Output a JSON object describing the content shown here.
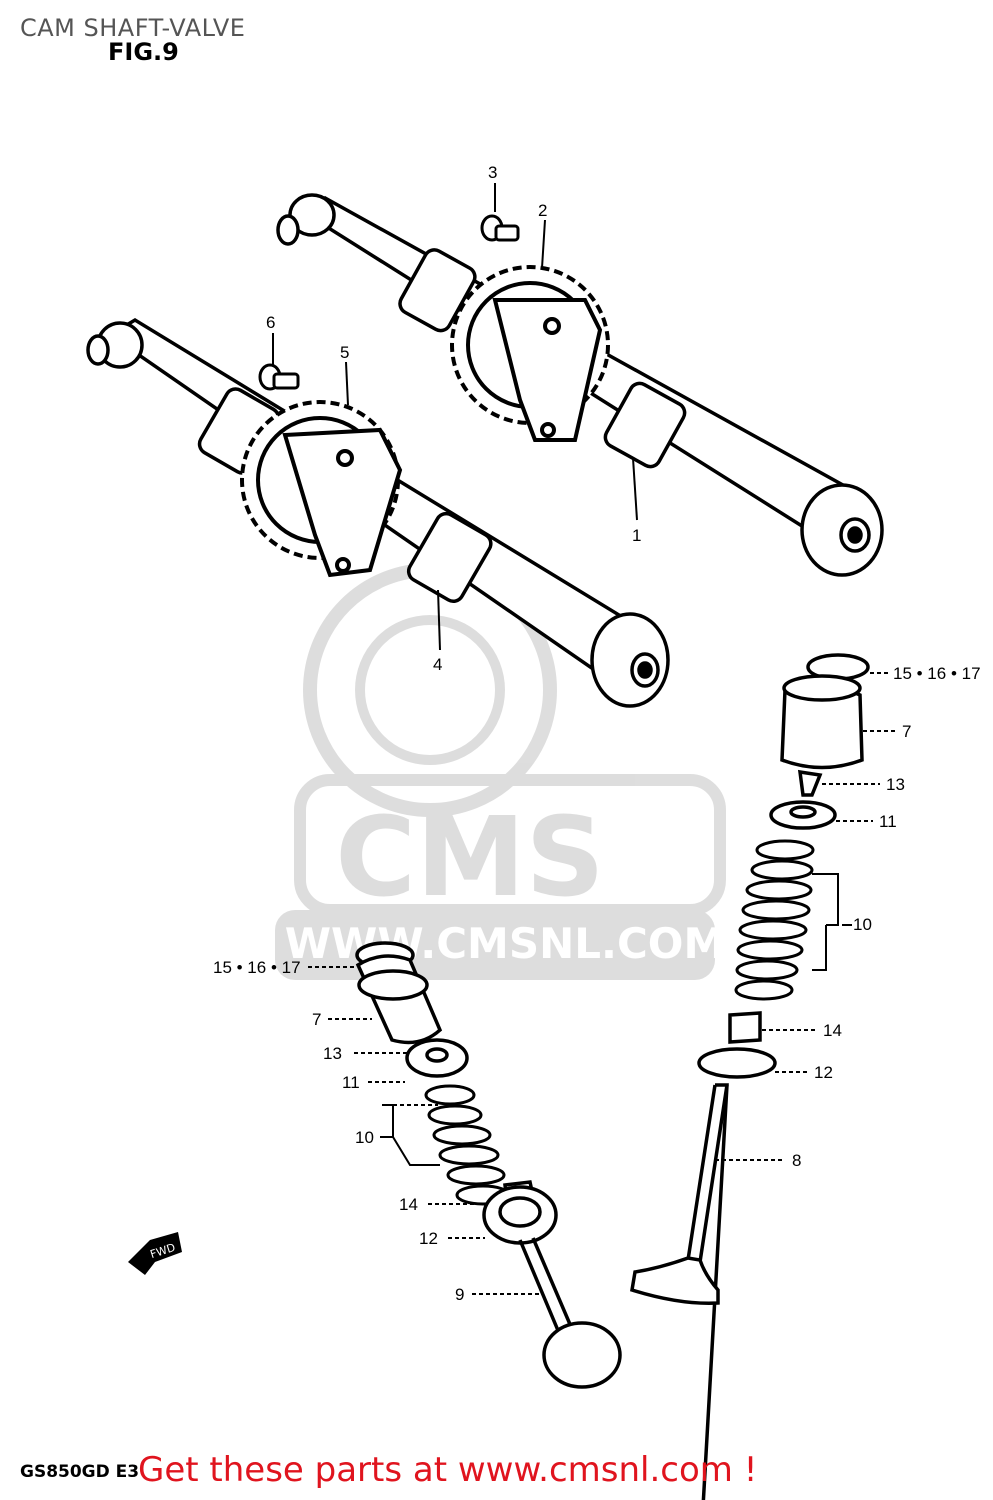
{
  "page": {
    "title": "CAM SHAFT-VALVE",
    "figure_label": "FIG.9",
    "model_code": "GS850GD E3",
    "promo_text": "Get these parts at www.cmsnl.com !"
  },
  "watermark": {
    "brand": "CMS",
    "url": "WWW.CMSNL.COM"
  },
  "fwd_label": "FWD",
  "callouts": [
    {
      "id": "c1",
      "label": "1"
    },
    {
      "id": "c2",
      "label": "2"
    },
    {
      "id": "c3",
      "label": "3"
    },
    {
      "id": "c4",
      "label": "4"
    },
    {
      "id": "c5",
      "label": "5"
    },
    {
      "id": "c6",
      "label": "6"
    },
    {
      "id": "c7r",
      "label": "7"
    },
    {
      "id": "c13r",
      "label": "13"
    },
    {
      "id": "c11r",
      "label": "11"
    },
    {
      "id": "c10r",
      "label": "10"
    },
    {
      "id": "c14r",
      "label": "14"
    },
    {
      "id": "c12r",
      "label": "12"
    },
    {
      "id": "c8",
      "label": "8"
    },
    {
      "id": "c151617r",
      "label": "15 • 16 • 17"
    },
    {
      "id": "c151617l",
      "label": "15 • 16 • 17"
    },
    {
      "id": "c7l",
      "label": "7"
    },
    {
      "id": "c13l",
      "label": "13"
    },
    {
      "id": "c11l",
      "label": "11"
    },
    {
      "id": "c10l",
      "label": "10"
    },
    {
      "id": "c14l",
      "label": "14"
    },
    {
      "id": "c12l",
      "label": "12"
    },
    {
      "id": "c9",
      "label": "9"
    }
  ]
}
